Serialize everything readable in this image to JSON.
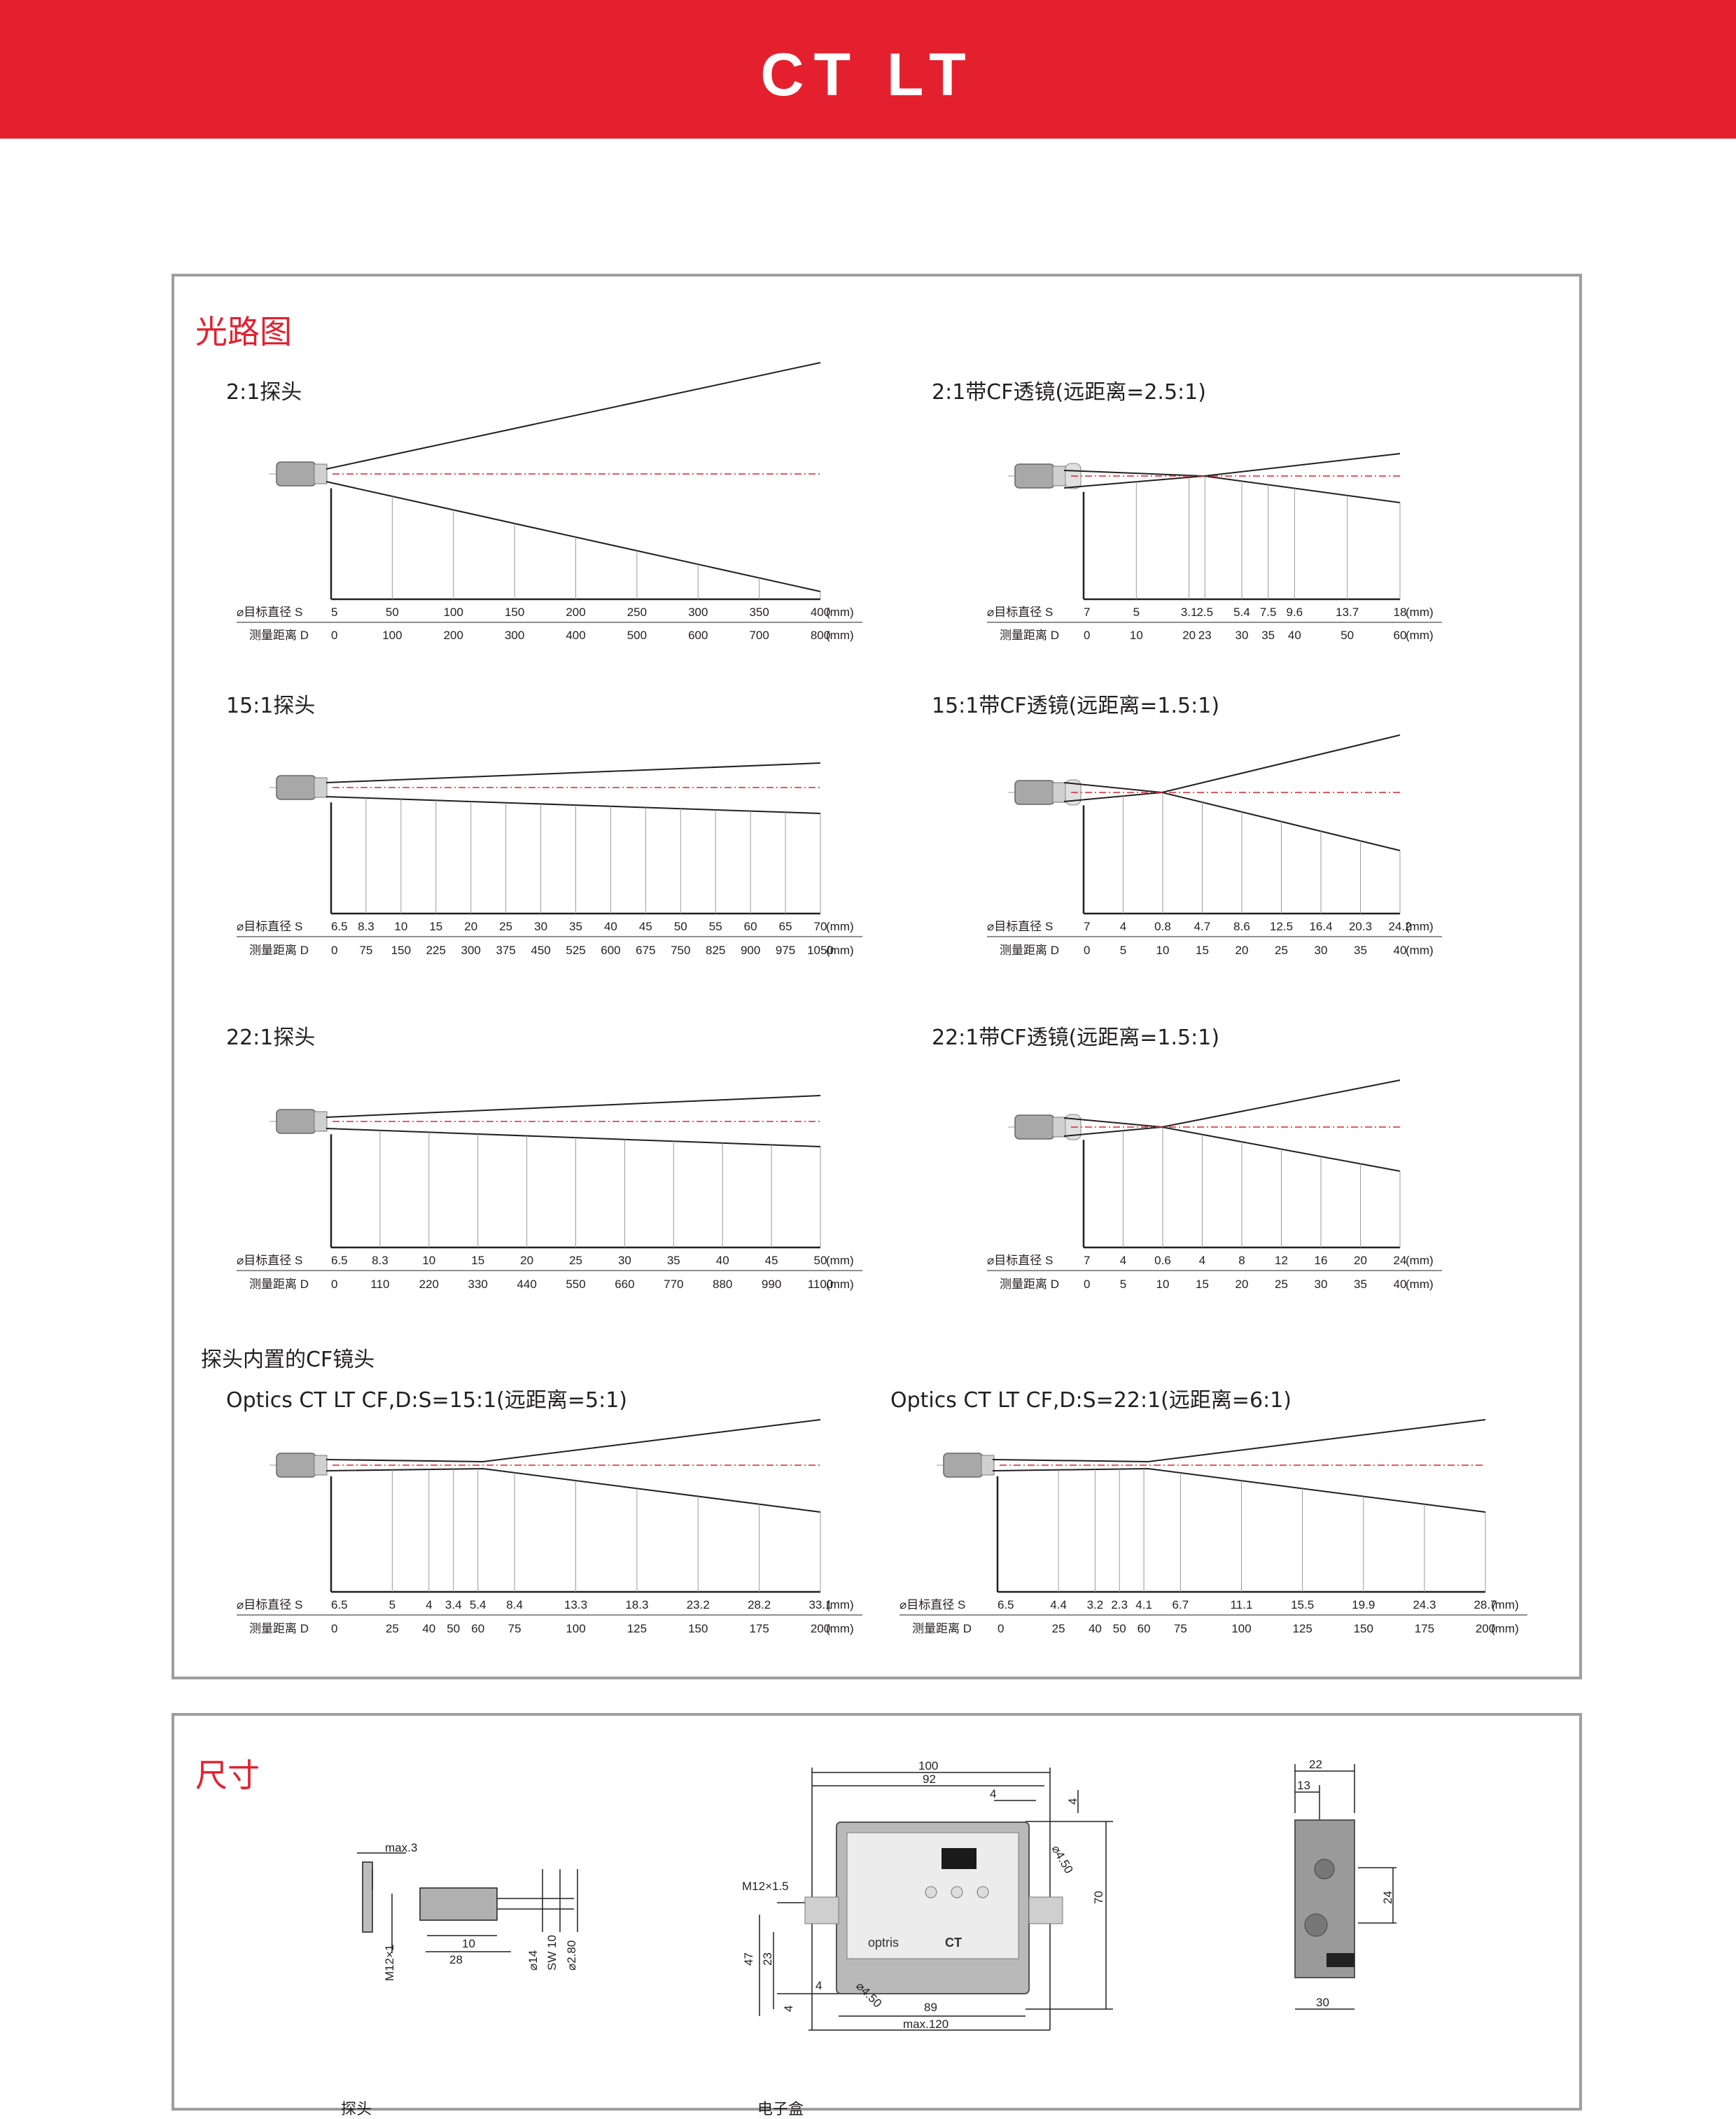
{
  "title": "CT LT",
  "optics": {
    "heading": "光路图",
    "s_label": "⌀目标直径 S",
    "d_label": "测量距离 D",
    "unit": "(mm)",
    "cf_heading": "探头内置的CF镜头",
    "diagrams": [
      {
        "caption": "2:1探头",
        "s": [
          "5",
          "50",
          "100",
          "150",
          "200",
          "250",
          "300",
          "350",
          "400"
        ],
        "d": [
          "0",
          "100",
          "200",
          "300",
          "400",
          "500",
          "600",
          "700",
          "800"
        ],
        "s_unit": "(mm)"
      },
      {
        "caption": "2:1带CF透镜(远距离=2.5:1)",
        "s": [
          "7",
          "5",
          "3.1",
          "2.5",
          "5.4",
          "7.5",
          "9.6",
          "13.7",
          "18"
        ],
        "d": [
          "0",
          "10",
          "20",
          "23",
          "30",
          "35",
          "40",
          "50",
          "60"
        ],
        "s_unit": "(mm)"
      },
      {
        "caption": "15:1探头",
        "s": [
          "6.5",
          "8.3",
          "10",
          "15",
          "20",
          "25",
          "30",
          "35",
          "40",
          "45",
          "50",
          "55",
          "60",
          "65",
          "70"
        ],
        "d": [
          "0",
          "75",
          "150",
          "225",
          "300",
          "375",
          "450",
          "525",
          "600",
          "675",
          "750",
          "825",
          "900",
          "975",
          "1050"
        ],
        "s_unit": "(mm)"
      },
      {
        "caption": "15:1带CF透镜(远距离=1.5:1)",
        "s": [
          "7",
          "4",
          "0.8",
          "4.7",
          "8.6",
          "12.5",
          "16.4",
          "20.3",
          "24.2"
        ],
        "d": [
          "0",
          "5",
          "10",
          "15",
          "20",
          "25",
          "30",
          "35",
          "40"
        ],
        "s_unit": "(mm)"
      },
      {
        "caption": "22:1探头",
        "s": [
          "6.5",
          "8.3",
          "10",
          "15",
          "20",
          "25",
          "30",
          "35",
          "40",
          "45",
          "50"
        ],
        "d": [
          "0",
          "110",
          "220",
          "330",
          "440",
          "550",
          "660",
          "770",
          "880",
          "990",
          "1100"
        ],
        "s_unit": "(mm)"
      },
      {
        "caption": "22:1带CF透镜(远距离=1.5:1)",
        "s": [
          "7",
          "4",
          "0.6",
          "4",
          "8",
          "12",
          "16",
          "20",
          "24"
        ],
        "d": [
          "0",
          "5",
          "10",
          "15",
          "20",
          "25",
          "30",
          "35",
          "40"
        ],
        "s_unit": "(mm)"
      },
      {
        "caption": "Optics CT LT CF,D:S=15:1(远距离=5:1)",
        "s": [
          "6.5",
          "5",
          "4",
          "3.4",
          "5.4",
          "8.4",
          "13.3",
          "18.3",
          "23.2",
          "28.2",
          "33.1"
        ],
        "d": [
          "0",
          "25",
          "40",
          "50",
          "60",
          "75",
          "100",
          "125",
          "150",
          "175",
          "200"
        ],
        "s_unit": "(mm)"
      },
      {
        "caption": "Optics CT LT CF,D:S=22:1(远距离=6:1)",
        "s": [
          "6.5",
          "4.4",
          "3.2",
          "2.3",
          "4.1",
          "6.7",
          "11.1",
          "15.5",
          "19.9",
          "24.3",
          "28.7"
        ],
        "d": [
          "0",
          "25",
          "40",
          "50",
          "60",
          "75",
          "100",
          "125",
          "150",
          "175",
          "200"
        ],
        "s_unit": "(mm)"
      }
    ]
  },
  "dimensions": {
    "heading": "尺寸",
    "probe_label": "探头",
    "box_label": "电子盒",
    "probe_dims": {
      "max": "max.3",
      "m12": "M12×1",
      "d10": "10",
      "d28": "28",
      "d14": "⌀14",
      "sw": "SW 10",
      "d280": "⌀2.80"
    },
    "box_dims": {
      "w100": "100",
      "w92": "92",
      "d4a": "4",
      "d4b": "4",
      "d450a": "⌀4.50",
      "h70": "70",
      "m12": "M12×1.5",
      "h47": "47",
      "h23": "23",
      "d4c": "4",
      "d4d": "4",
      "d450b": "⌀4.50",
      "w89": "89",
      "max120": "max.120",
      "brand": "optris",
      "model": "CT"
    },
    "bracket_dims": {
      "w22": "22",
      "w13": "13",
      "h24": "24",
      "w30": "30"
    }
  }
}
